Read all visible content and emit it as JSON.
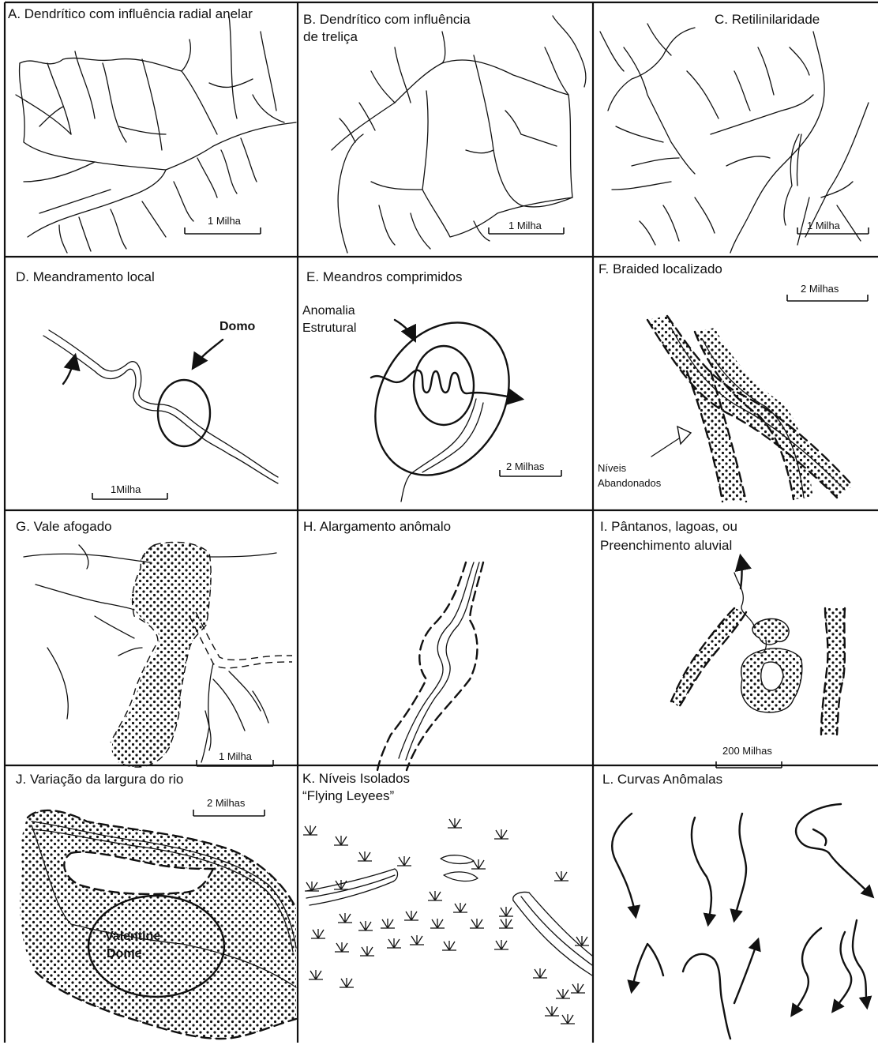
{
  "panels": [
    {
      "id": "A",
      "title": "A. Dendrítico com influência radial anelar",
      "scale": "1 Milha"
    },
    {
      "id": "B",
      "title_line1": "B. Dendrítico com influência",
      "title_line2": "de treliça",
      "scale": "1 Milha"
    },
    {
      "id": "C",
      "title": "C. Retilinilaridade",
      "scale": "1 Milha"
    },
    {
      "id": "D",
      "title": "D. Meandramento local",
      "scale": "1Milha",
      "label": "Domo"
    },
    {
      "id": "E",
      "title": "E. Meandros comprimidos",
      "scale": "2 Milhas",
      "label_line1": "Anomalia",
      "label_line2": "Estrutural"
    },
    {
      "id": "F",
      "title": "F. Braided localizado",
      "scale": "2 Milhas",
      "label_line1": "Níveis",
      "label_line2": "Abandonados"
    },
    {
      "id": "G",
      "title": "G. Vale afogado",
      "scale": "1 Milha"
    },
    {
      "id": "H",
      "title": "H. Alargamento anômalo"
    },
    {
      "id": "I",
      "title_line1": "I. Pântanos, lagoas, ou",
      "title_line2": "Preenchimento aluvial",
      "scale": "200 Milhas"
    },
    {
      "id": "J",
      "title": "J. Variação da largura do rio",
      "scale": "2 Milhas",
      "label_line1": "Valentine",
      "label_line2": "Dome"
    },
    {
      "id": "K",
      "title_line1": "K. Níveis Isolados",
      "title_line2": "“Flying Leyees”"
    },
    {
      "id": "L",
      "title": "L. Curvas Anômalas"
    }
  ]
}
